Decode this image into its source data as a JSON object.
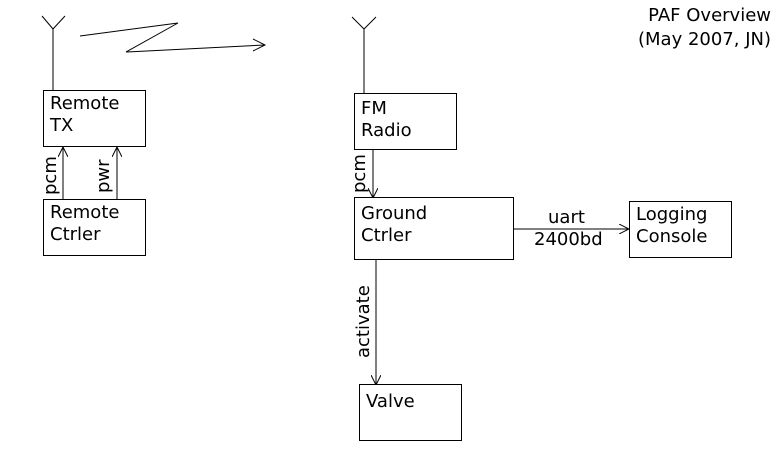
{
  "title": {
    "line1": "PAF Overview",
    "line2": "(May 2007, JN)"
  },
  "nodes": {
    "remote_tx": {
      "line1": "Remote",
      "line2": "TX"
    },
    "remote_ctrler": {
      "line1": "Remote",
      "line2": "Ctrler"
    },
    "fm_radio": {
      "line1": "FM",
      "line2": "Radio"
    },
    "ground_ctrler": {
      "line1": "Ground",
      "line2": "Ctrler"
    },
    "logging_console": {
      "line1": "Logging",
      "line2": "Console"
    },
    "valve": {
      "line1": "Valve"
    }
  },
  "edges": {
    "pcm_remote": "pcm",
    "pwr_remote": "pwr",
    "pcm_radio": "pcm",
    "uart": {
      "line1": "uart",
      "line2": "2400bd"
    },
    "activate": "activate"
  }
}
